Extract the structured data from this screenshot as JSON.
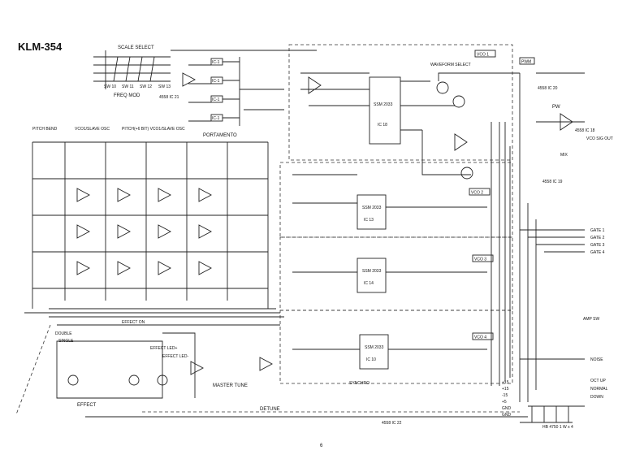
{
  "title": "KLM-354",
  "page_number": "6",
  "labels": {
    "scale_select": "SCALE SELECT",
    "freq_mod": "FREQ MOD",
    "portamento": "PORTAMENTO",
    "waveform_select": "WAVEFORM SELECT",
    "pw": "PW",
    "mix": "MIX",
    "vco_out": "VCO SIG OUT",
    "effect": "EFFECT",
    "effect_on": "EFFECT ON",
    "effect_led_plus": "EFFECT LED+",
    "effect_led_minus": "EFFECT LED-",
    "master_tune": "MASTER TUNE",
    "detune": "DETUNE",
    "double": "DOUBLE",
    "single": "SINGLE",
    "synchro": "SYNCHRO",
    "noise": "NOISE",
    "oct_up": "OCT UP",
    "normal": "NORMAL",
    "down": "DOWN",
    "amp_sw": "AMP SW",
    "pitch_bend": "PITCH BEND",
    "vco1_slave": "VCO1/SLAVE OSC",
    "pitch_slave": "PITCH(+6 BIT) VCO1/SLAVE OSC"
  },
  "vco_sections": [
    "VCO 1",
    "VCO 2",
    "VCO 3",
    "VCO 4"
  ],
  "chips": [
    {
      "part": "SSM 2033",
      "ref": "IC 18"
    },
    {
      "part": "SSM 2033",
      "ref": "IC 13"
    },
    {
      "part": "SSM 2033",
      "ref": "IC 14"
    },
    {
      "part": "SSM 2033",
      "ref": "IC 10"
    }
  ],
  "gates": [
    "GATE 1",
    "GATE 2",
    "GATE 3",
    "GATE 4"
  ],
  "power": [
    "+15",
    "+15",
    "-15",
    "+5",
    "GND",
    "GND"
  ],
  "opamps": [
    "4558 IC 22",
    "4558 IC 21",
    "4558 IC 20",
    "4558 IC 19",
    "4558 IC 18"
  ],
  "switches": [
    "SW 10",
    "SW 11",
    "SW 12",
    "SW 13"
  ],
  "portamento_ics": [
    "IC-1",
    "IC-1",
    "IC-1",
    "IC-1"
  ],
  "bottom_note": "HB 4750 1 W x 4"
}
